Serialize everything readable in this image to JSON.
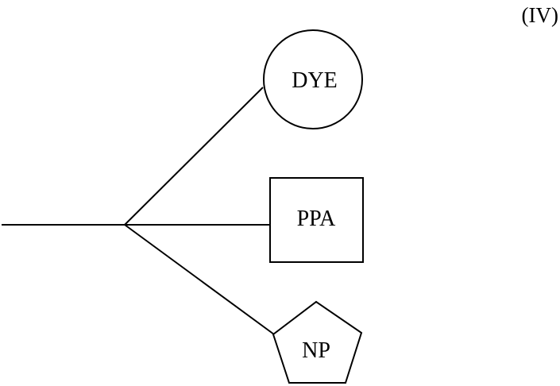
{
  "figure": {
    "label": "(IV)",
    "type": "branched-structure-diagram",
    "colors": {
      "stroke": "#000000",
      "background": "#ffffff"
    },
    "trunk": {
      "description": "horizontal line from left edge to branch point"
    },
    "nodes": {
      "dye": {
        "label": "DYE",
        "shape": "circle",
        "position": "top"
      },
      "ppa": {
        "label": "PPA",
        "shape": "square",
        "position": "middle"
      },
      "np": {
        "label": "NP",
        "shape": "pentagon",
        "position": "bottom"
      }
    }
  }
}
